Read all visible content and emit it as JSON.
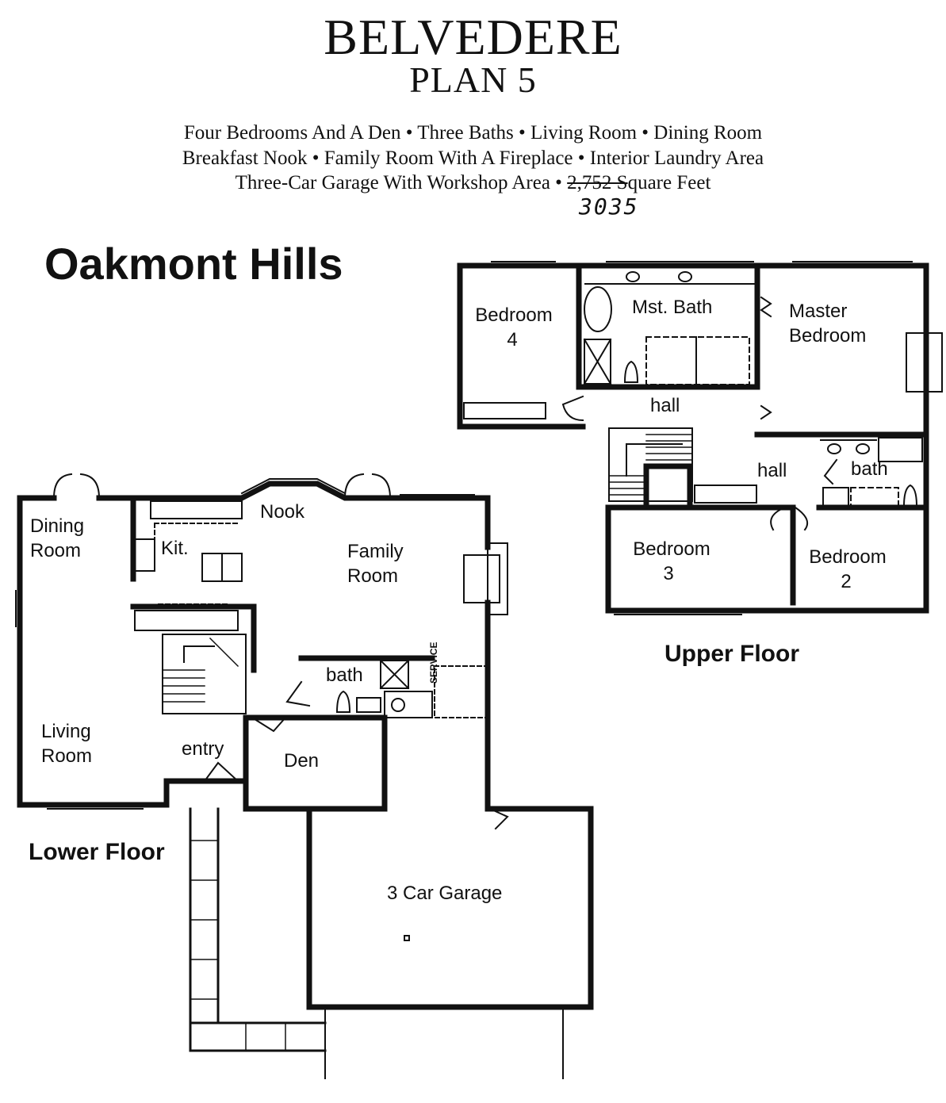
{
  "header": {
    "title": "BELVEDERE",
    "plan": "PLAN 5"
  },
  "features": {
    "line1": "Four Bedrooms And A Den  •  Three Baths  •  Living Room  •  Dining Room",
    "line2": "Breakfast Nook  •  Family Room With A Fireplace  •  Interior Laundry Area",
    "line3_prefix": "Three-Car Garage With Workshop Area  • ",
    "sqft_struck": "2,752 S",
    "line3_suffix": "quare Feet",
    "handwritten_sqft": "3035"
  },
  "community": "Oakmont Hills",
  "floors": {
    "lower_label": "Lower Floor",
    "upper_label": "Upper Floor"
  },
  "rooms": {
    "dining_1": "Dining",
    "dining_2": "Room",
    "kitchen": "Kit.",
    "nook": "Nook",
    "family_1": "Family",
    "family_2": "Room",
    "living_1": "Living",
    "living_2": "Room",
    "entry": "entry",
    "den": "Den",
    "lower_bath": "bath",
    "service": "SERVICE",
    "garage": "3 Car Garage",
    "bedroom4_1": "Bedroom",
    "bedroom4_2": "4",
    "mst_bath": "Mst. Bath",
    "master_1": "Master",
    "master_2": "Bedroom",
    "hall_top": "hall",
    "hall_mid": "hall",
    "upper_bath": "bath",
    "bedroom3_1": "Bedroom",
    "bedroom3_2": "3",
    "bedroom2_1": "Bedroom",
    "bedroom2_2": "2"
  }
}
